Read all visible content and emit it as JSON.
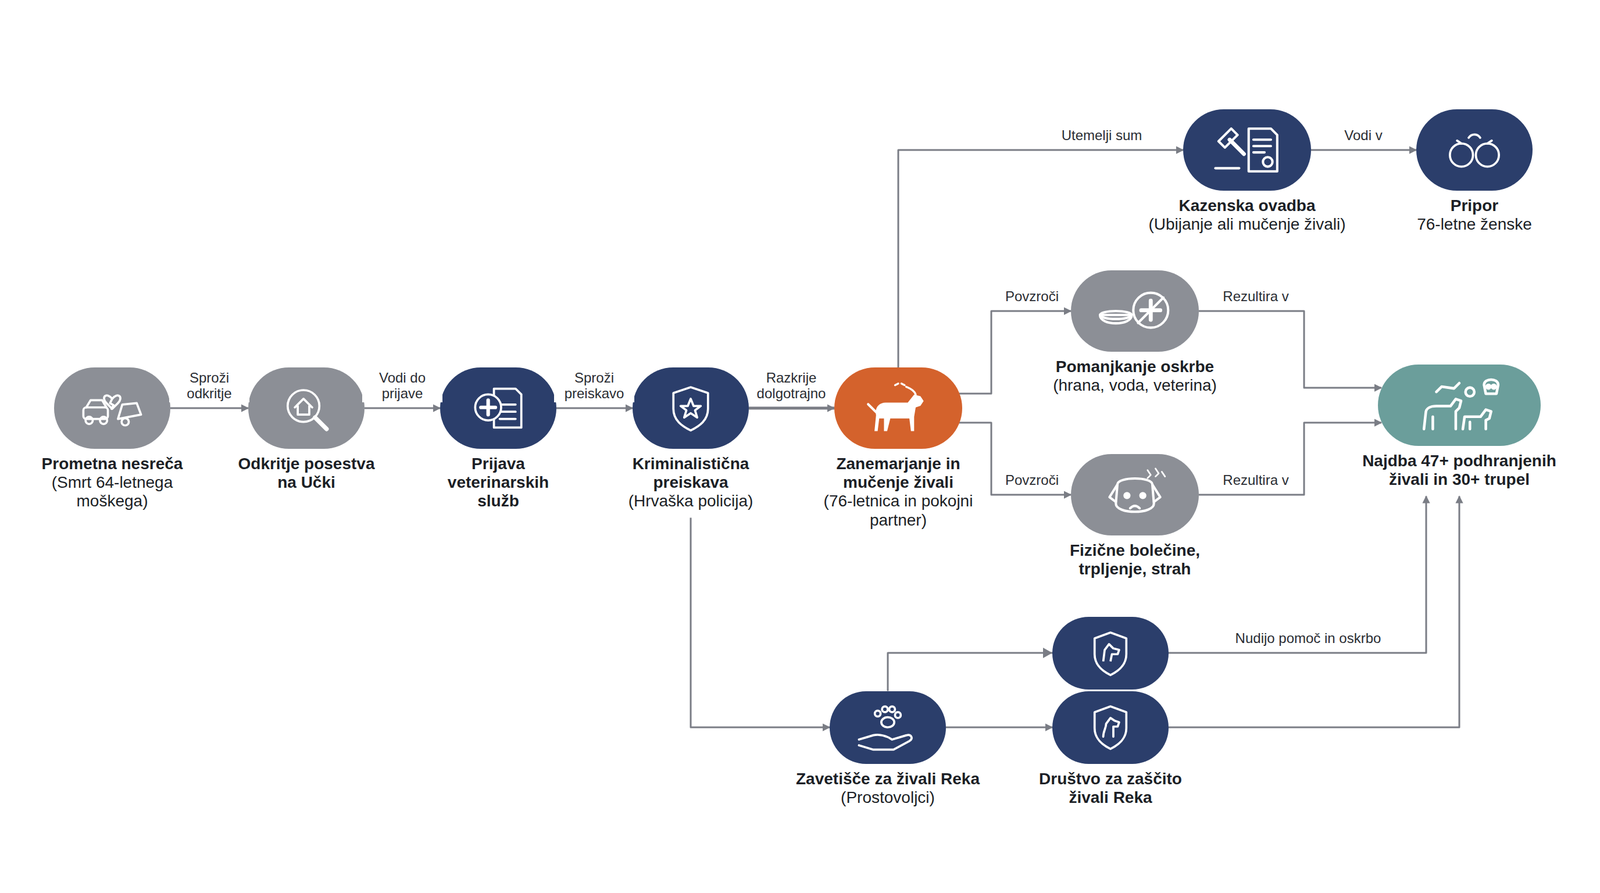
{
  "diagram": {
    "nodes": [
      {
        "text": [
          "Prometna nesreča",
          "(Smrt 64-letnega moškega)"
        ]
      },
      {
        "text": [
          "Odkritje posestva na Učki"
        ]
      },
      {
        "text": [
          "Prijava veterinarskih služb"
        ]
      },
      {
        "text": [
          "Kriminalistična preiskava",
          "(Hrvaška policija)"
        ]
      },
      {
        "text": [
          "Zanemarjanje in mučenje živali",
          "(76-letnica in pokojni partner)"
        ]
      },
      {
        "text": [
          "Kazenska ovadba",
          "(Ubijanje ali mučenje živali)"
        ]
      },
      {
        "text": [
          "Pripor",
          "76-letne ženske"
        ]
      },
      {
        "text": [
          "Pomanjkanje oskrbe",
          "(hrana, voda, veterina)"
        ]
      },
      {
        "text": [
          "Fizične bolečine, trpljenje, strah"
        ]
      },
      {
        "text": [
          "Najdba 47+ podhranjenih živali in 30+ trupel"
        ]
      },
      {
        "text": [
          "Zavetišče za živali Reka",
          "(Prostovoljci)"
        ]
      },
      {
        "text": [
          "Društvo za zaščito živali Reka"
        ]
      }
    ],
    "edges": [
      {
        "from": 0,
        "to": 1,
        "label": "Sproži odkritje",
        "arrow": "to"
      },
      {
        "from": 1,
        "to": 2,
        "label": "Vodi do prijave",
        "arrow": "to"
      },
      {
        "from": 2,
        "to": 3,
        "label": "Sproži preiskavo",
        "arrow": "to"
      },
      {
        "from": 3,
        "to": 4,
        "label": "Razkrije dolgotrajno",
        "arrow": "to"
      },
      {
        "from": 4,
        "to": 5,
        "label": "Utemelji sum",
        "arrow": "to"
      },
      {
        "from": 5,
        "to": 6,
        "label": "Vodi v",
        "arrow": "to"
      },
      {
        "from": 4,
        "to": 7,
        "label": "Povzroči",
        "arrow": "to"
      },
      {
        "from": 4,
        "to": 8,
        "label": "Povzroči",
        "arrow": "to"
      },
      {
        "from": 7,
        "to": 9,
        "label": "Rezultira v",
        "arrow": "to"
      },
      {
        "from": 8,
        "to": 9,
        "label": "Rezultira v",
        "arrow": "to"
      },
      {
        "from": 3,
        "to": 10,
        "arrow": "to"
      },
      {
        "from": 10,
        "to": 11,
        "arrow": "to"
      },
      {
        "from": 10,
        "to": 9,
        "label": "Nudijo pomoč in oskrbo",
        "arrow": "to"
      },
      {
        "from": 11,
        "to": 9,
        "arrow": "to"
      }
    ]
  }
}
